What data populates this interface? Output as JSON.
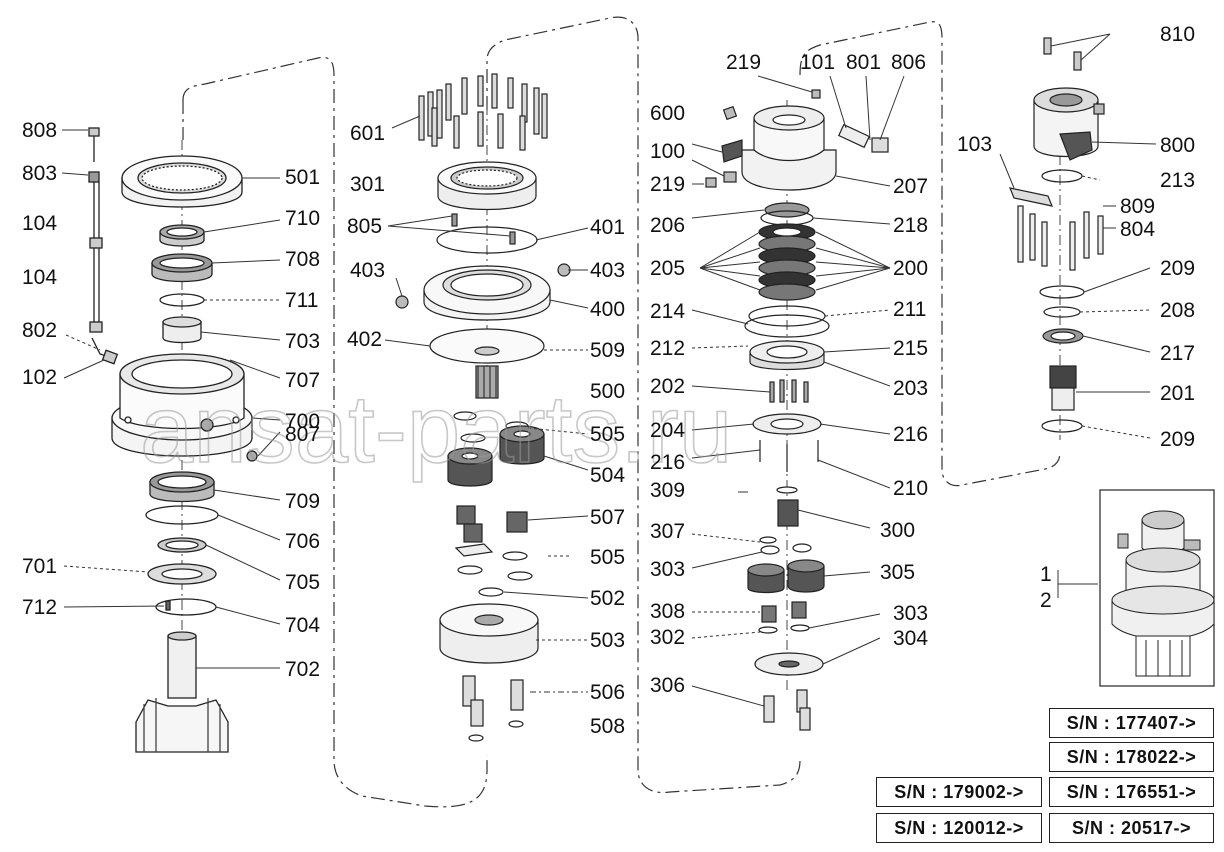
{
  "watermark": "ansat-parts.ru",
  "labels": {
    "p808": "808",
    "p803": "803",
    "p104a": "104",
    "p104b": "104",
    "p802": "802",
    "p102": "102",
    "p701": "701",
    "p712": "712",
    "p501": "501",
    "p710": "710",
    "p708": "708",
    "p711": "711",
    "p703": "703",
    "p707": "707",
    "p700": "700",
    "p807": "807",
    "p709": "709",
    "p706": "706",
    "p705": "705",
    "p704": "704",
    "p702": "702",
    "p601": "601",
    "p301": "301",
    "p805": "805",
    "p403a": "403",
    "p402": "402",
    "p401": "401",
    "p403b": "403",
    "p400": "400",
    "p509": "509",
    "p500": "500",
    "p505a": "505",
    "p504": "504",
    "p507": "507",
    "p505b": "505",
    "p502": "502",
    "p503": "503",
    "p506": "506",
    "p508": "508",
    "p600": "600",
    "p100": "100",
    "p219a": "219",
    "p206": "206",
    "p205": "205",
    "p214": "214",
    "p212": "212",
    "p202": "202",
    "p204": "204",
    "p216a": "216",
    "p309": "309",
    "p307": "307",
    "p303a": "303",
    "p308": "308",
    "p302": "302",
    "p306": "306",
    "p219b": "219",
    "p101": "101",
    "p801": "801",
    "p806": "806",
    "p207": "207",
    "p218": "218",
    "p200": "200",
    "p211": "211",
    "p215": "215",
    "p203": "203",
    "p216b": "216",
    "p210": "210",
    "p300": "300",
    "p305": "305",
    "p303b": "303",
    "p304": "304",
    "p810": "810",
    "p103": "103",
    "p800": "800",
    "p213": "213",
    "p809": "809",
    "p804": "804",
    "p209a": "209",
    "p208": "208",
    "p217": "217",
    "p201": "201",
    "p209b": "209",
    "p1": "1",
    "p2": "2"
  },
  "serial_numbers": {
    "sn1": "S/N : 177407->",
    "sn2": "S/N : 178022->",
    "sn3": "S/N : 179002->",
    "sn4": "S/N : 176551->",
    "sn5": "S/N : 120012->",
    "sn6": "S/N : 20517->"
  }
}
